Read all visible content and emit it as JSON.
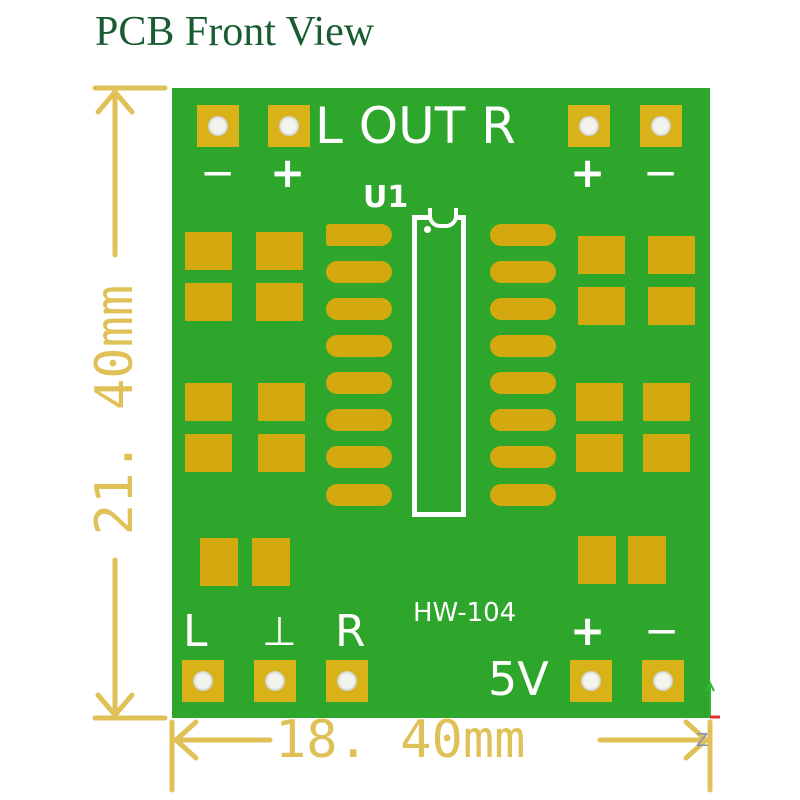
{
  "title": "PCB Front View",
  "board": {
    "color": "#2ea62b",
    "pad_color": "#d4a80f",
    "silkscreen_color": "#ffffff",
    "top_label": "L OUT R",
    "minus": "−",
    "plus": "+",
    "chip_ref": "U1",
    "model": "HW-104",
    "in_left": "L",
    "in_ground": "⊥",
    "in_right": "R",
    "power": "5V"
  },
  "dimensions": {
    "height": "21. 40mm",
    "width": "18. 40mm",
    "color": "#e0c158"
  },
  "axis": {
    "z_label": "Z"
  }
}
